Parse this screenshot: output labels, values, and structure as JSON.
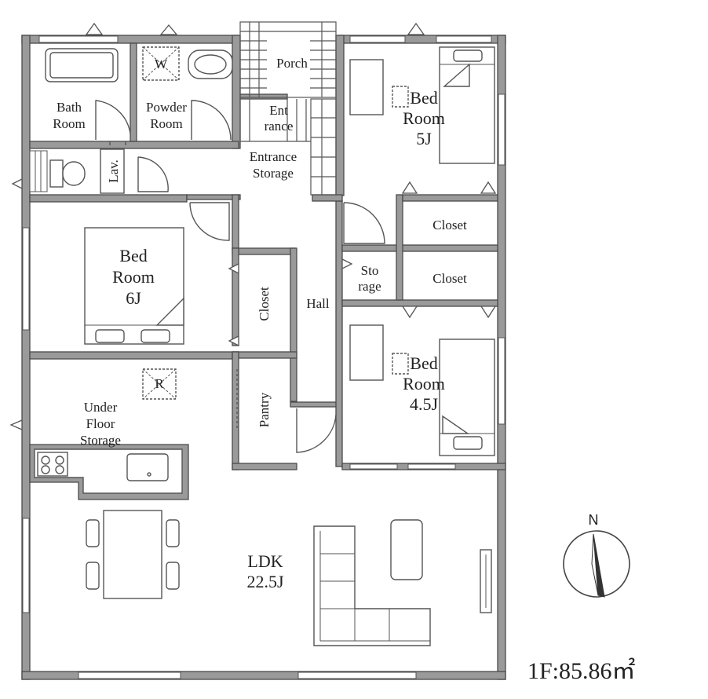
{
  "rooms": {
    "bath": [
      "Bath",
      "Room"
    ],
    "powder": [
      "Powder",
      "Room"
    ],
    "washer": "W",
    "porch": "Porch",
    "entrance": [
      "Ent",
      "rance"
    ],
    "entrance_storage": [
      "Entrance",
      "Storage"
    ],
    "lav": "Lav.",
    "bed5": [
      "Bed",
      "Room",
      "5J"
    ],
    "closet_a": "Closet",
    "closet_b": "Closet",
    "storage": [
      "Sto",
      "rage"
    ],
    "bed6": [
      "Bed",
      "Room",
      "6J"
    ],
    "closet_c": "Closet",
    "hall": "Hall",
    "fridge": "R",
    "underfloor": [
      "Under",
      "Floor",
      "Storage"
    ],
    "pantry": "Pantry",
    "bed45": [
      "Bed",
      "Room",
      "4.5J"
    ],
    "ldk": [
      "LDK",
      "22.5J"
    ]
  },
  "compass": {
    "label": "N"
  },
  "floor_area": "1F:85.86㎡",
  "colors": {
    "wall": "#9a9a9a",
    "line": "#555555"
  }
}
